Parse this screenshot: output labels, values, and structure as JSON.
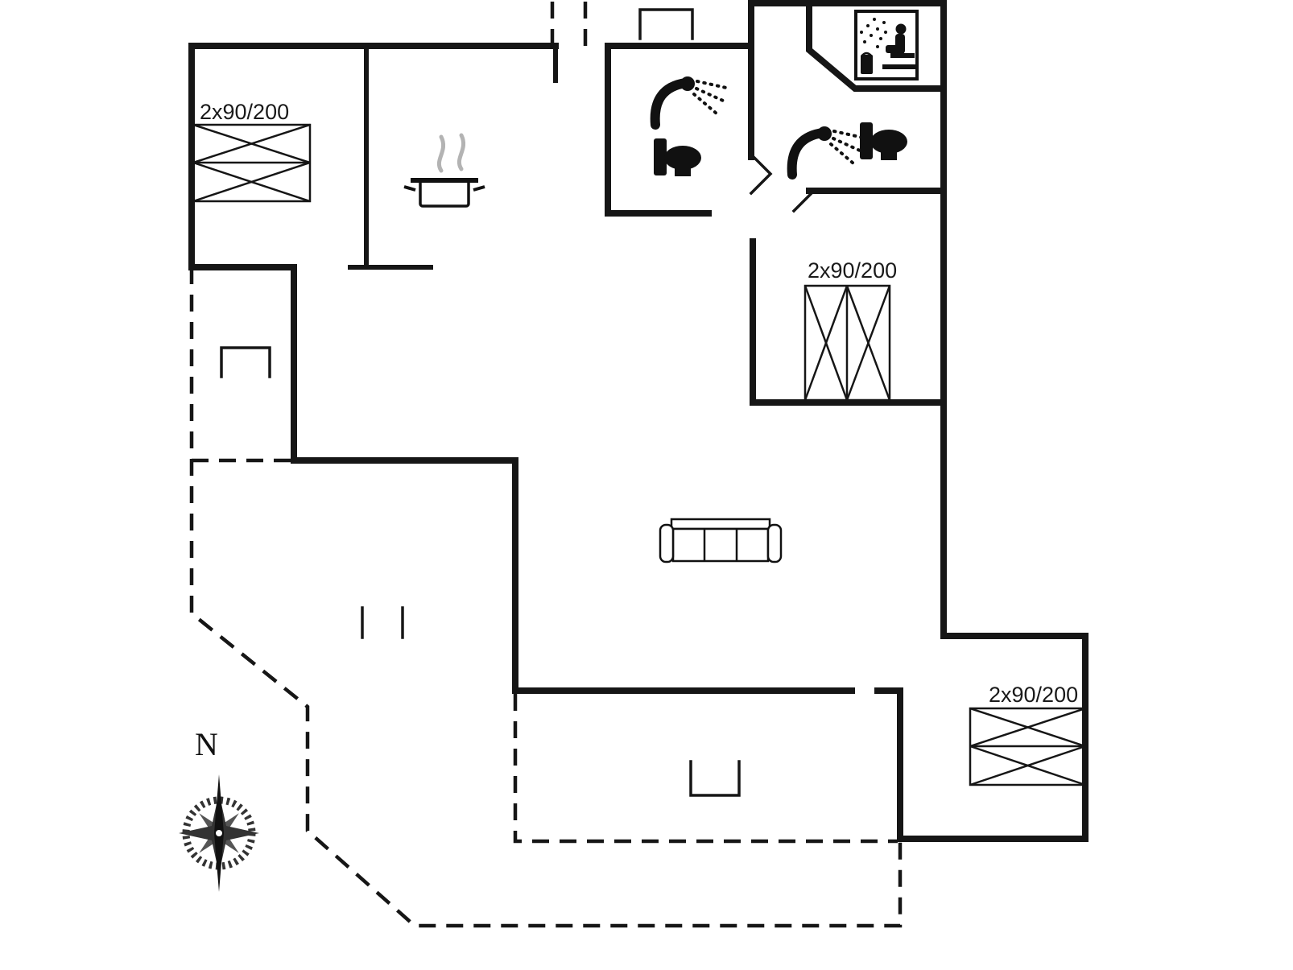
{
  "document": {
    "type": "floor-plan",
    "style": "black line drawing on white"
  },
  "palette": {
    "background": "#ffffff",
    "wall": "#161616",
    "steam_gray": "#b3b3b3",
    "compass_gray": "#333333"
  },
  "labels": {
    "bed_top_left": "2x90/200",
    "bed_middle_right": "2x90/200",
    "bed_bottom_right": "2x90/200",
    "compass_north": "N"
  },
  "icons": [
    "double-bed-icon (top-left bedroom)",
    "double-bed-icon (middle-right bedroom)",
    "double-bed-icon (bottom-right bedroom)",
    "cooking-pot-icon with steam (kitchen)",
    "shower-icon + toilet-icon (bathroom 1)",
    "shower-icon + toilet-icon (bathroom 2)",
    "sauna-icon (framed pictogram, top right)",
    "sofa-icon (living room)",
    "compass-rose-icon (bottom left)"
  ],
  "linework": {
    "solid": "exterior and interior walls",
    "dashed": "terrace / covered entrance boundaries"
  }
}
